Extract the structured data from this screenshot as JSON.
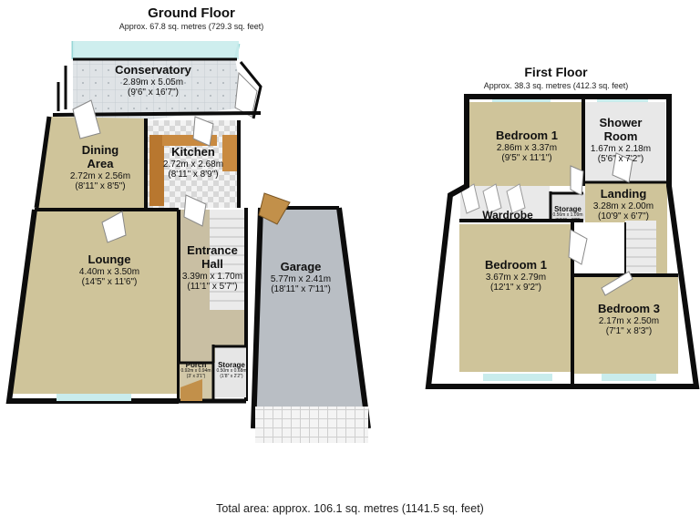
{
  "ground_floor": {
    "title": "Ground Floor",
    "area": "Approx. 67.8 sq. metres (729.3 sq. feet)",
    "rooms": [
      {
        "name": "Conservatory",
        "metric": "2.89m x 5.05m",
        "imperial": "(9'6\" x 16'7\")"
      },
      {
        "name": "Dining",
        "name2": "Area",
        "metric": "2.72m x 2.56m",
        "imperial": "(8'11\" x 8'5\")"
      },
      {
        "name": "Kitchen",
        "metric": "2.72m x 2.68m",
        "imperial": "(8'11\" x 8'9\")"
      },
      {
        "name": "Lounge",
        "metric": "4.40m x 3.50m",
        "imperial": "(14'5\" x 11'6\")"
      },
      {
        "name": "Entrance",
        "name2": "Hall",
        "metric": "3.39m x 1.70m",
        "imperial": "(11'1\" x 5'7\")"
      },
      {
        "name": "Garage",
        "metric": "5.77m x 2.41m",
        "imperial": "(18'11\" x 7'11\")"
      },
      {
        "name": "Porch",
        "metric": "0.92m x 0.94m",
        "imperial": "(3' x 3'1\")"
      },
      {
        "name": "Storage",
        "metric": "0.50m x 0.68m",
        "imperial": "(1'8\" x 2'2\")"
      }
    ]
  },
  "first_floor": {
    "title": "First Floor",
    "area": "Approx. 38.3 sq. metres (412.3 sq. feet)",
    "rooms": [
      {
        "name": "Bedroom 1",
        "metric": "2.86m x 3.37m",
        "imperial": "(9'5\" x 11'1\")"
      },
      {
        "name": "Shower",
        "name2": "Room",
        "metric": "1.67m x 2.18m",
        "imperial": "(5'6\" x 7'2\")"
      },
      {
        "name": "Landing",
        "metric": "3.28m x 2.00m",
        "imperial": "(10'9\" x 6'7\")"
      },
      {
        "name": "Wardrobe"
      },
      {
        "name": "Storage",
        "metric": "0.56m x 1.09m",
        "imperial": "(1'10\" x 3'6\")"
      },
      {
        "name": "Bedroom 1",
        "metric": "3.67m x 2.79m",
        "imperial": "(12'1\" x 9'2\")"
      },
      {
        "name": "Bedroom 3",
        "metric": "2.17m x 2.50m",
        "imperial": "(7'1\" x 8'3\")"
      }
    ]
  },
  "total_area": "Total area: approx. 106.1 sq. metres (1141.5 sq. feet)",
  "colors": {
    "wall": "#0c0c0c",
    "carpet": "#cfc49a",
    "conservatory_floor": "#dfe3e6",
    "kitchen_floor": "#f2f2f2",
    "garage_floor": "#b9bec4",
    "hall_floor": "#c9bfa3",
    "glass": "#bfe6e6",
    "stairs": "#e8e8e8"
  }
}
